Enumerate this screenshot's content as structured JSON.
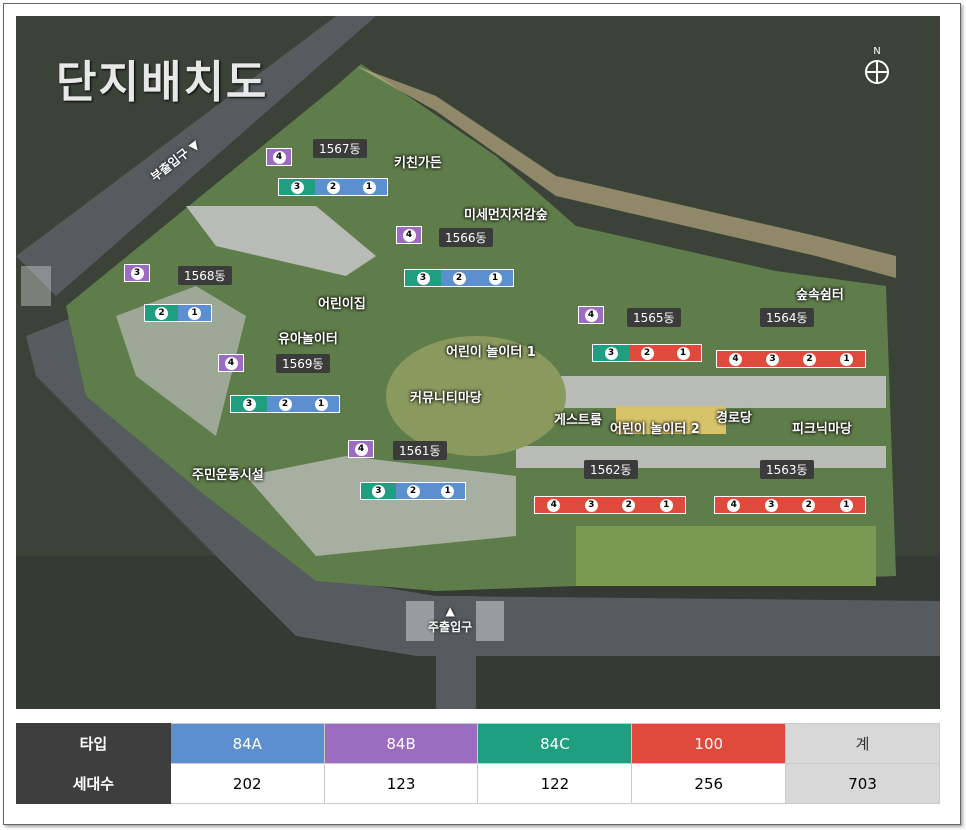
{
  "map": {
    "title": "단지배치도",
    "north": "N",
    "labels": [
      {
        "key": "kitchen",
        "text": "키친가든"
      },
      {
        "key": "dust",
        "text": "미세먼지저감숲"
      },
      {
        "key": "daycare",
        "text": "어린이집"
      },
      {
        "key": "toddler",
        "text": "유아놀이터"
      },
      {
        "key": "play1",
        "text": "어린이 놀이터 1"
      },
      {
        "key": "community",
        "text": "커뮤니티마당"
      },
      {
        "key": "forest",
        "text": "숲속쉼터"
      },
      {
        "key": "guest",
        "text": "게스트룸"
      },
      {
        "key": "play2",
        "text": "어린이 놀이터 2"
      },
      {
        "key": "senior",
        "text": "경로당"
      },
      {
        "key": "picnic",
        "text": "피크닉마당"
      },
      {
        "key": "sports",
        "text": "주민운동시설"
      }
    ],
    "entrances": {
      "sub": "부출입구",
      "main": "주출입구"
    },
    "buildings": [
      {
        "dong": "1567동"
      },
      {
        "dong": "1566동"
      },
      {
        "dong": "1568동"
      },
      {
        "dong": "1569동"
      },
      {
        "dong": "1565동"
      },
      {
        "dong": "1564동"
      },
      {
        "dong": "1561동"
      },
      {
        "dong": "1562동"
      },
      {
        "dong": "1563동"
      }
    ]
  },
  "legend": {
    "type_header": "타입",
    "count_header": "세대수",
    "types": [
      {
        "name": "84A",
        "count": "202",
        "color": "#5b8fd0"
      },
      {
        "name": "84B",
        "count": "123",
        "color": "#9b6cc0"
      },
      {
        "name": "84C",
        "count": "122",
        "color": "#1f9e80"
      },
      {
        "name": "100",
        "count": "256",
        "color": "#e04a3c"
      },
      {
        "name": "계",
        "count": "703",
        "color": "#d8d8d8"
      }
    ]
  }
}
